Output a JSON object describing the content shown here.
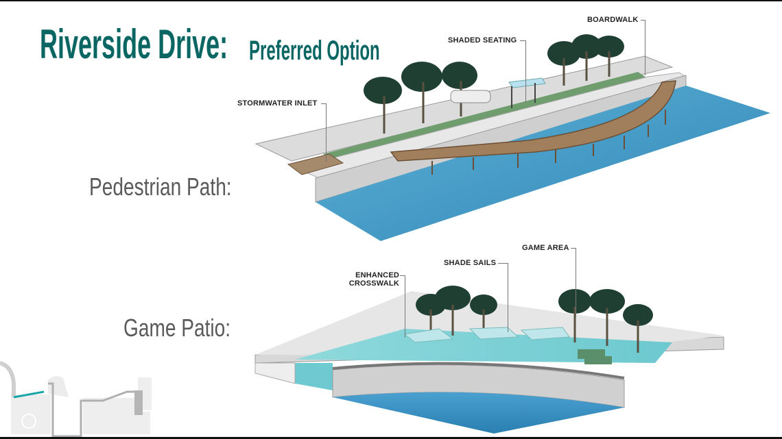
{
  "slide": {
    "title_main": "Riverside Drive:",
    "title_sub": "Preferred Option",
    "accent_color": "#0a6663"
  },
  "sections": [
    {
      "label": "Pedestrian Path:",
      "callouts": [
        "STORMWATER INLET",
        "SHADED SEATING",
        "BOARDWALK"
      ]
    },
    {
      "label": "Game Patio:",
      "callouts": [
        "ENHANCED",
        "CROSSWALK",
        "SHADE SAILS",
        "GAME AREA"
      ]
    }
  ],
  "locator_map": {
    "highlight_color": "#1aa6a6",
    "route_color": "#b0b0b0"
  }
}
